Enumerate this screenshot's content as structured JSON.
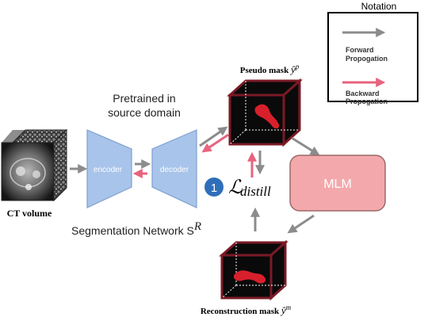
{
  "notation": {
    "title": "Notation",
    "forward_line1": "Forward",
    "forward_line2": "Propogation",
    "backward_line1": "Backward",
    "backward_line2": "Propogation"
  },
  "network": {
    "pretrained_line1": "Pretrained in",
    "pretrained_line2": "source domain",
    "encoder": "encoder",
    "decoder": "decoder",
    "caption_text": "Segmentation Network S",
    "caption_sup": "R"
  },
  "input": {
    "label": "CT volume"
  },
  "pseudo": {
    "label_text": "Pseudo mask ",
    "symbol": "ŷ",
    "sup": "p"
  },
  "reconstruction": {
    "label_text": "Reconstruction mask ",
    "symbol": "ŷ",
    "sup": "m"
  },
  "loss": {
    "script_L": "ℒ",
    "subscript": "distill",
    "step_number": "1"
  },
  "mlm": {
    "label": "MLM"
  },
  "colors": {
    "forward_arrow": "#8c8c8c",
    "backward_arrow": "#e8637e",
    "network_fill": "#a8c4ea",
    "network_stroke": "#7f9fcf",
    "mlm_fill": "#f3a9ac",
    "mlm_stroke": "#9a6a6c",
    "cube_frame": "#7a1a25",
    "cube_fill": "#0a0a0a",
    "mask_red": "#d8202c",
    "step_circle": "#2f6fba"
  }
}
